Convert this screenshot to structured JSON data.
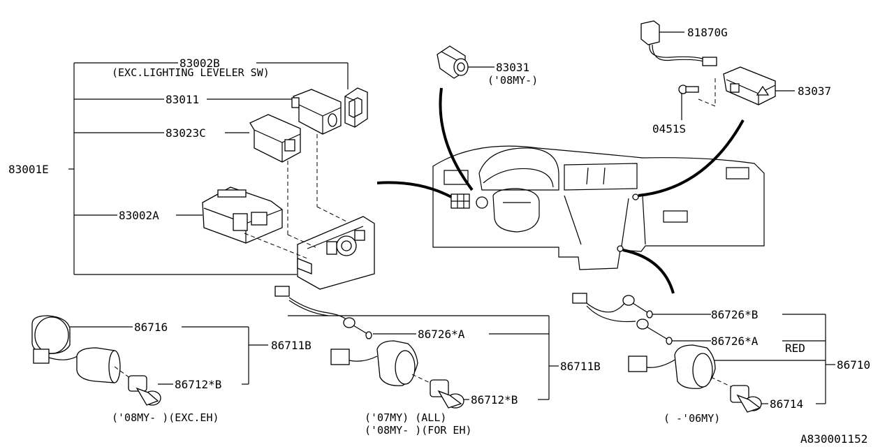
{
  "diagram_code": "A830001152",
  "top_left": {
    "group_label": "83001E",
    "p_83002B": "83002B",
    "p_83002B_note": "(EXC.LIGHTING LEVELER SW)",
    "p_83011": "83011",
    "p_83023C": "83023C",
    "p_83002A": "83002A"
  },
  "top_right": {
    "p_83031": "83031",
    "p_83031_note": "('08MY-)",
    "p_81870G": "81870G",
    "p_83037": "83037",
    "p_0451S": "0451S"
  },
  "bottom_left": {
    "p_86716": "86716",
    "p_86711B": "86711B",
    "p_86712B": "86712*B",
    "note": "('08MY-  )(EXC.EH)"
  },
  "bottom_mid": {
    "p_86726A": "86726*A",
    "p_86711B": "86711B",
    "p_86712B": "86712*B",
    "note1": "('07MY)  (ALL)",
    "note2": "('08MY- )(FOR EH)"
  },
  "bottom_right": {
    "p_86726B": "86726*B",
    "p_86726A": "86726*A",
    "red": "RED",
    "p_86710": "86710",
    "p_86714": "86714",
    "note": "( -'06MY)"
  }
}
